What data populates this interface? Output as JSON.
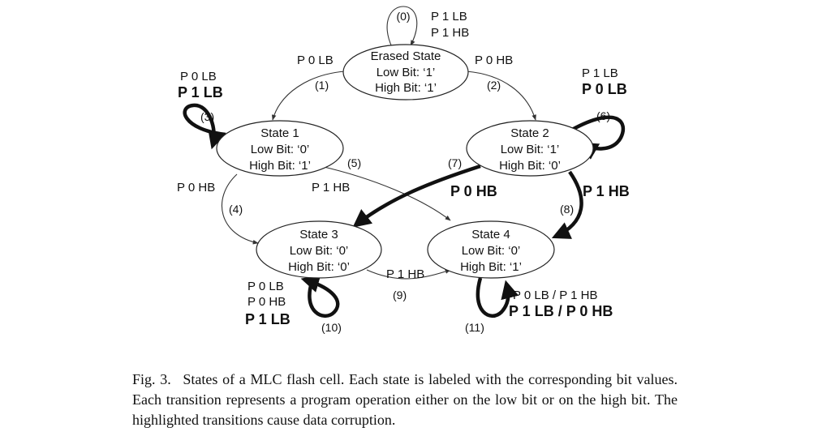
{
  "states": {
    "erased": {
      "name": "Erased State",
      "low": "Low Bit: ‘1’",
      "high": "High Bit: ‘1’"
    },
    "s1": {
      "name": "State 1",
      "low": "Low Bit: ‘0’",
      "high": "High Bit: ‘1’"
    },
    "s2": {
      "name": "State 2",
      "low": "Low Bit: ‘1’",
      "high": "High Bit: ‘0’"
    },
    "s3": {
      "name": "State 3",
      "low": "Low Bit: ‘0’",
      "high": "High Bit: ‘0’"
    },
    "s4": {
      "name": "State 4",
      "low": "Low Bit: ‘0’",
      "high": "High Bit: ‘1’"
    }
  },
  "transitions": {
    "t0": {
      "num": "(0)",
      "labels": [
        "P 1 LB",
        "P 1 HB"
      ]
    },
    "t1": {
      "num": "(1)",
      "label": "P 0 LB"
    },
    "t2": {
      "num": "(2)",
      "label": "P 0 HB"
    },
    "t3": {
      "num": "(3)",
      "label": "P 0 LB",
      "bold": "P 1 LB"
    },
    "t4": {
      "num": "(4)",
      "label": "P 0 HB"
    },
    "t5": {
      "num": "(5)",
      "label": "P 1 HB"
    },
    "t6": {
      "num": "(6)",
      "label": "P 1 LB",
      "bold": "P 0 LB"
    },
    "t7": {
      "num": "(7)",
      "bold": "P 0 HB"
    },
    "t8": {
      "num": "(8)",
      "bold": "P 1 HB"
    },
    "t9": {
      "num": "(9)",
      "label": "P 1 HB"
    },
    "t10": {
      "num": "(10)",
      "labels": [
        "P 0 LB",
        "P 0 HB"
      ],
      "bold": "P 1 LB"
    },
    "t11": {
      "num": "(11)",
      "label": "P 0 LB / P 1 HB",
      "bold": "P 1 LB / P 0 HB"
    }
  },
  "caption": "Fig. 3.  States of a MLC flash cell. Each state is labeled with the corresponding bit values. Each transition represents a program operation either on the low bit or on the high bit. The highlighted transitions cause data corruption."
}
